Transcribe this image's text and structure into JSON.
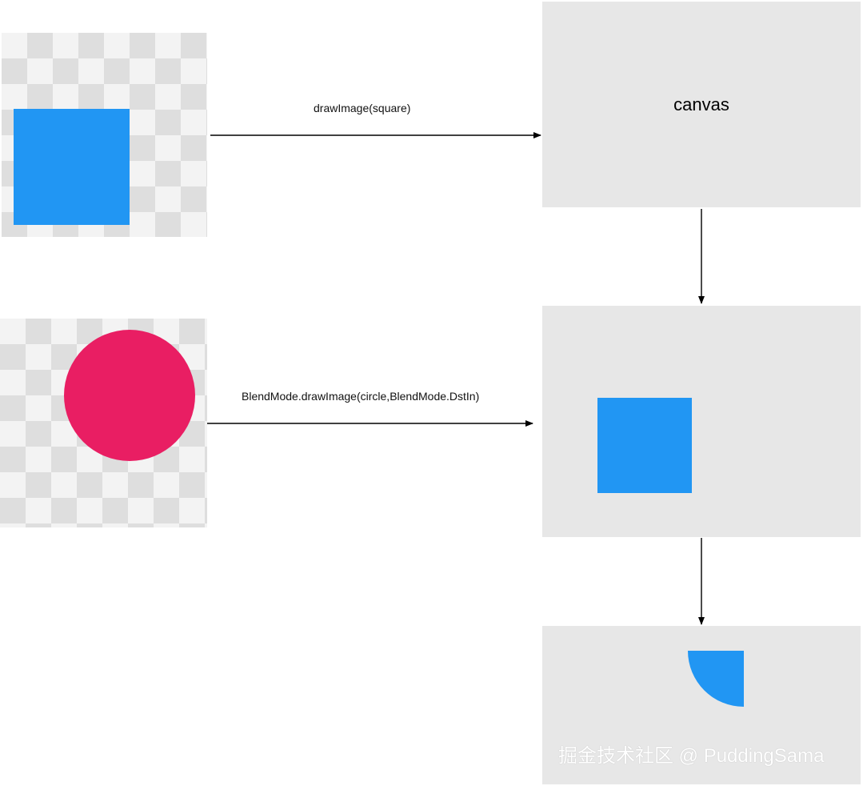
{
  "edges": {
    "draw_square": "drawImage(square)",
    "blend": "BlendMode.drawImage(circle,BlendMode.DstIn)"
  },
  "canvas": {
    "label": "canvas"
  },
  "watermark": "掘金技术社区 @ PuddingSama",
  "colors": {
    "square": "#2196f3",
    "circle": "#e91e63",
    "canvas_bg": "#e7e7e7",
    "checker_light": "#f3f3f3",
    "checker_dark": "#dedede"
  }
}
